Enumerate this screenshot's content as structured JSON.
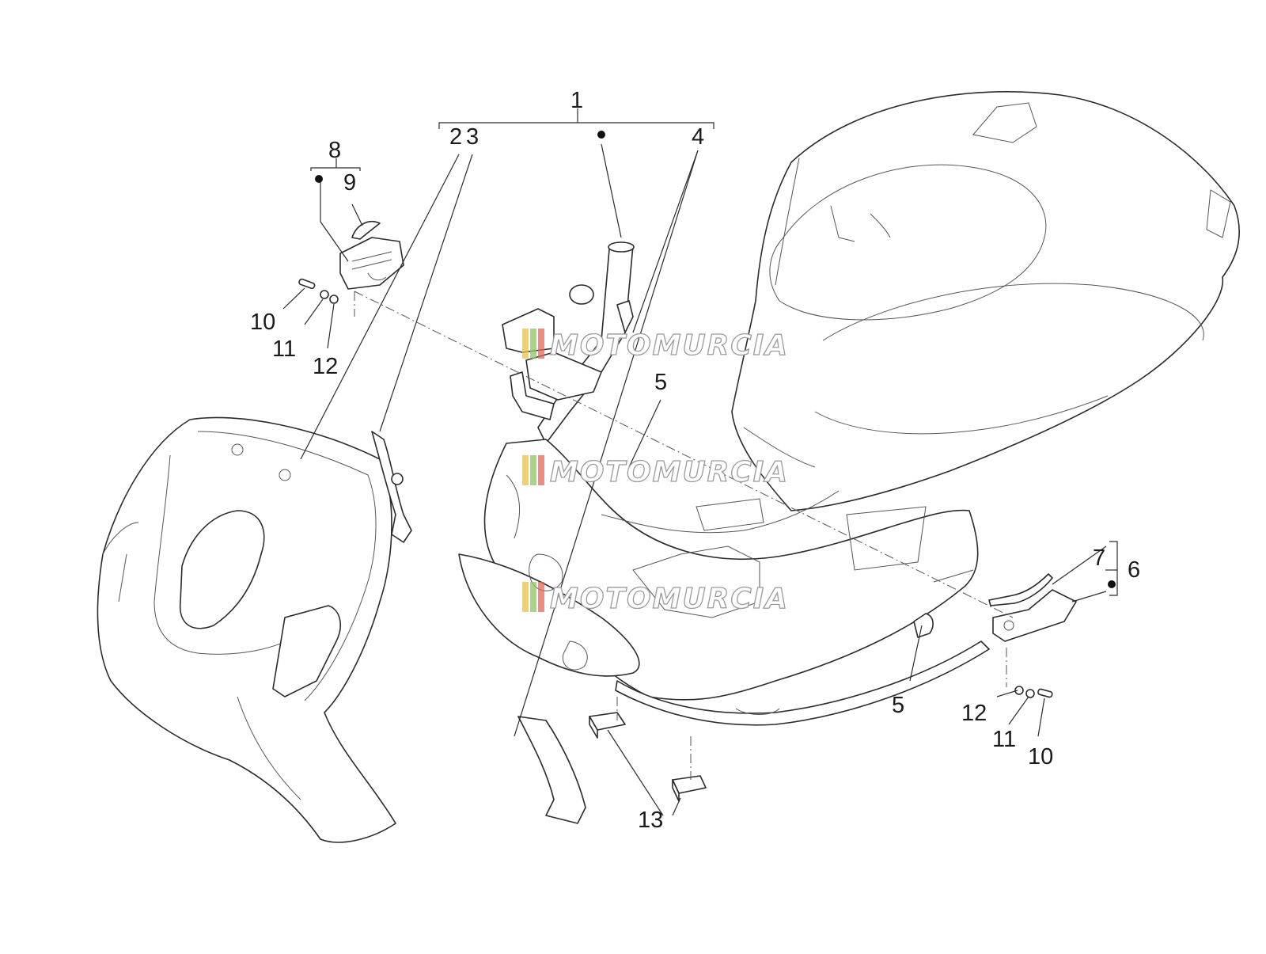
{
  "diagram": {
    "callouts": {
      "c1": "1",
      "c2": "2",
      "c3": "3",
      "c4": "4",
      "c5a": "5",
      "c5b": "5",
      "c6": "6",
      "c7": "7",
      "c8": "8",
      "c9": "9",
      "c10a": "10",
      "c11a": "11",
      "c12a": "12",
      "c10b": "10",
      "c11b": "11",
      "c12b": "12",
      "c13": "13"
    },
    "watermarks": [
      "MOTOMURCIA",
      "MOTOMURCIA",
      "MOTOMURCIA"
    ]
  }
}
